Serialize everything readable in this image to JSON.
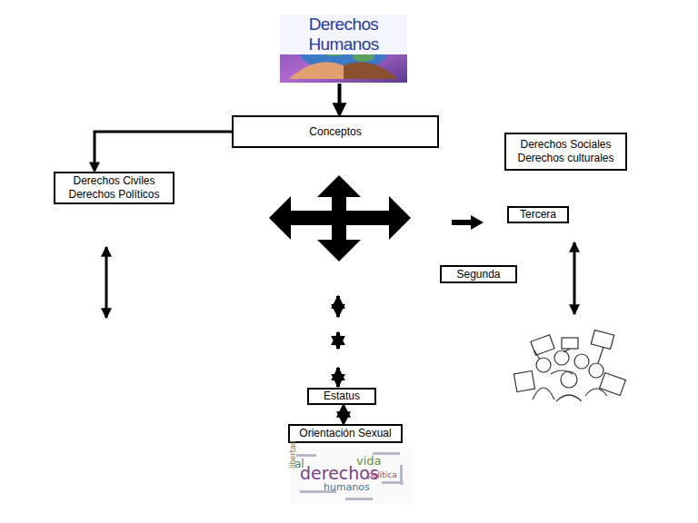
{
  "diagram": {
    "nodes": [
      {
        "text": [
          "Derechos Humanos"
        ]
      },
      {
        "text": [
          "Conceptos"
        ]
      },
      {
        "text": [
          "Derechos Civiles Derechos Políticos"
        ]
      },
      {
        "text": [
          "Derechos Sociales Derechos culturales"
        ]
      },
      {
        "text": [
          "Tercera"
        ]
      },
      {
        "text": [
          "Segunda"
        ]
      },
      {
        "text": [
          "Estatus"
        ]
      },
      {
        "text": [
          "Orientación Sexual"
        ]
      }
    ],
    "edges": [
      {
        "from": 0,
        "to": 1,
        "arrow": "to"
      },
      {
        "from": 1,
        "to": 2,
        "arrow": "to"
      },
      {
        "from": 6,
        "to": 7,
        "arrow": "both"
      }
    ],
    "labels": [
      "derechos",
      "humanos",
      "vida",
      "al",
      "política",
      "libertad"
    ]
  }
}
